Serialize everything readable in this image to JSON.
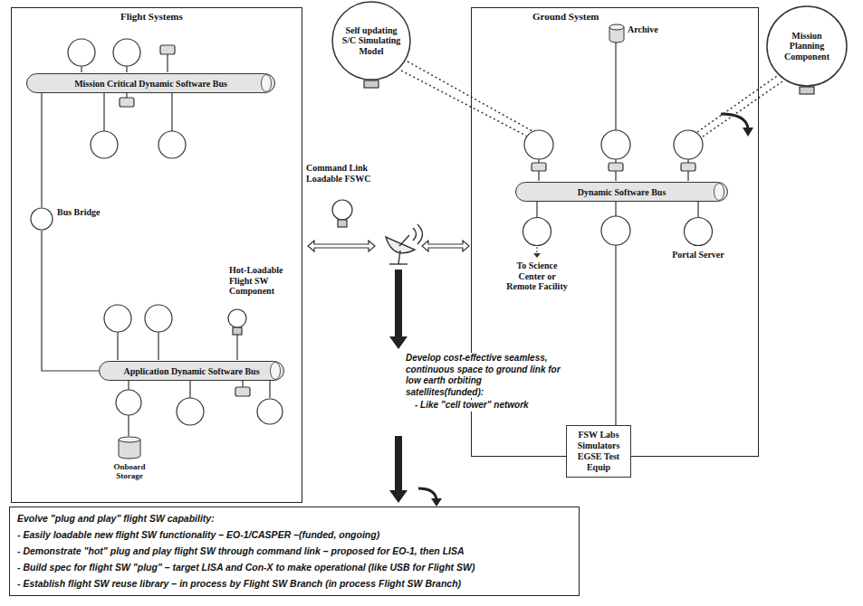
{
  "diagram": {
    "nodes": [
      {
        "text": [
          "Flight Systems"
        ]
      },
      {
        "text": [
          "Mission Critical Dynamic Software Bus"
        ],
        "in": 0
      },
      {
        "text": [
          "Bus Bridge"
        ],
        "in": 0
      },
      {
        "text": [
          "Application Dynamic Software Bus"
        ],
        "in": 0
      },
      {
        "text": [
          "Onboard Storage"
        ],
        "in": 0
      },
      {
        "text": [
          "Hot-Loadable Flight SW Component"
        ],
        "in": 0
      },
      {
        "text": [
          "Command Link Loadable FSWC"
        ]
      },
      {
        "text": [
          "Self updating S/C Simulating Model"
        ]
      },
      {
        "text": [
          "Ground System"
        ]
      },
      {
        "text": [
          "Archive"
        ],
        "in": 8
      },
      {
        "text": [
          "Dynamic Software Bus"
        ],
        "in": 8
      },
      {
        "text": [
          "To Science Center or Remote Facility"
        ],
        "in": 8
      },
      {
        "text": [
          "Portal Server"
        ],
        "in": 8
      },
      {
        "text": [
          "FSW Labs Simulators EGSE Test Equip"
        ]
      },
      {
        "text": [
          "Mission Planning Component"
        ]
      },
      {
        "text": [
          "Evolve \"plug and play\" flight SW capability:",
          "- Easily loadable new flight SW functionality – EO-1/CASPER –(funded, ongoing)",
          "- Demonstrate \"hot\" plug and play flight SW through command link – proposed for EO-1, then LISA",
          "- Build spec for flight SW \"plug\" – target LISA and Con-X to make operational (like USB for Flight SW)",
          "- Establish flight SW reuse library – in process by Flight SW Branch (in process Flight SW Branch)"
        ]
      }
    ],
    "edges": [
      {
        "from": 1,
        "to": 2,
        "arrow": "none"
      },
      {
        "from": 2,
        "to": 3,
        "arrow": "none"
      },
      {
        "from": 10,
        "to": 11,
        "arrow": "none"
      },
      {
        "from": 10,
        "to": 12,
        "arrow": "none"
      }
    ],
    "labels": [
      "Develop cost-effective seamless, continuous space to ground link for low earth orbiting satellites(funded):",
      "- Like \"cell tower\" network"
    ]
  }
}
